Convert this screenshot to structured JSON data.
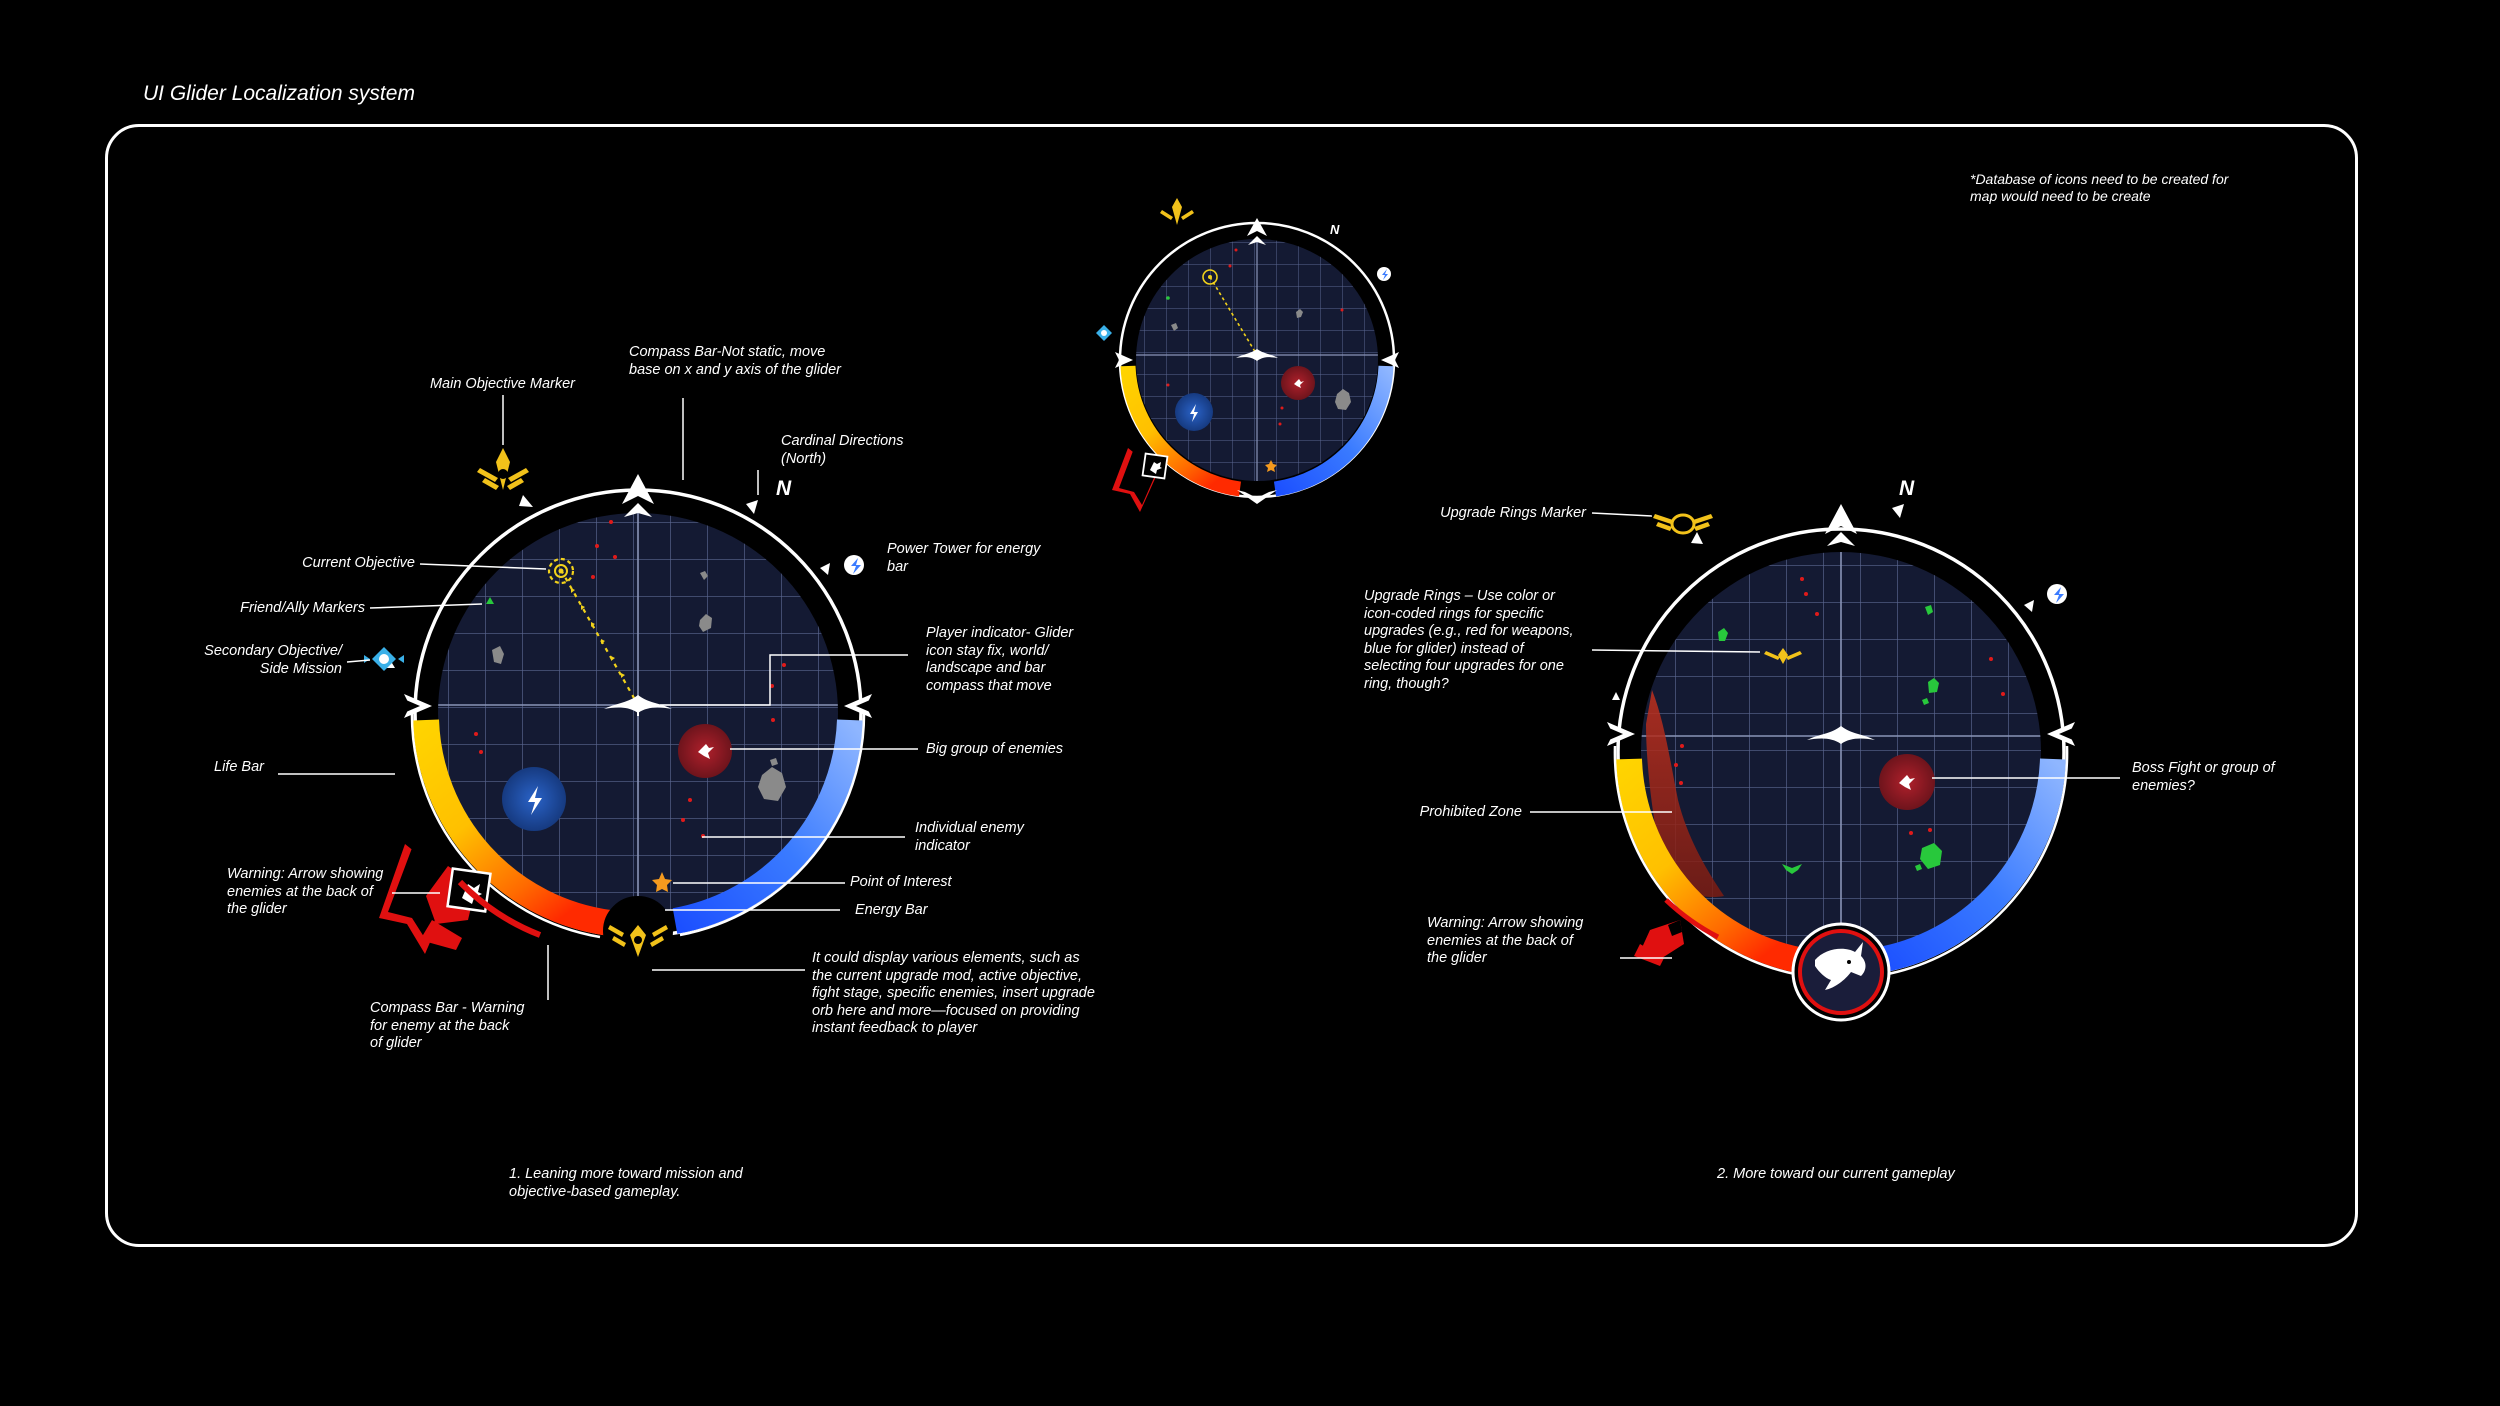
{
  "title": "UI Glider Localization system",
  "note_database": "*Database of icons need to be created for\nmap would need to be create",
  "cardinal_north": "N",
  "labels_map1": {
    "main_objective": "Main Objective Marker",
    "compass_bar": "Compass Bar-Not static, move\nbase on x and y axis of the glider",
    "cardinal": "Cardinal Directions\n(North)",
    "current_objective": "Current Objective",
    "power_tower": "Power Tower for energy\nbar",
    "friend": "Friend/Ally Markers",
    "secondary": "Secondary Objective/\nSide Mission",
    "player": "Player indicator- Glider\nicon stay fix, world/\nlandscape and bar\ncompass that move",
    "big_group": "Big group of enemies",
    "life_bar": "Life Bar",
    "individual": "Individual enemy\nindicator",
    "warning": "Warning: Arrow showing\nenemies at the back of\nthe glider",
    "poi": "Point of Interest",
    "energy": "Energy Bar",
    "compass_warning": "Compass Bar - Warning\nfor enemy at the back\nof glider",
    "display": "It could display various elements, such as\nthe current upgrade mod, active objective,\nfight stage, specific enemies, insert upgrade\norb here and more—focused on providing\ninstant feedback to player",
    "caption": "1. Leaning more toward mission and\n    objective-based gameplay."
  },
  "labels_map2": {
    "upgrade_marker": "Upgrade Rings Marker",
    "upgrade_rings": "Upgrade Rings – Use color or\nicon-coded rings for specific\nupgrades (e.g., red for weapons,\nblue for glider) instead of\nselecting four upgrades for one\nring, though?",
    "prohibited": "Prohibited Zone",
    "boss": "Boss Fight or group of\nenemies?",
    "warning": "Warning: Arrow showing\nenemies at the back of\nthe glider",
    "caption": "2. More toward our current gameplay"
  },
  "colors": {
    "life_bar": "#f5c400",
    "warning_red": "#e01010",
    "energy_bar": "#3a7bff",
    "map_bg": "#141a33",
    "grid": "#5a6690",
    "enemy": "#8a1d25",
    "power_tower": "#1f4b9e",
    "objective": "#e8c21a",
    "ally": "#28c83c"
  }
}
